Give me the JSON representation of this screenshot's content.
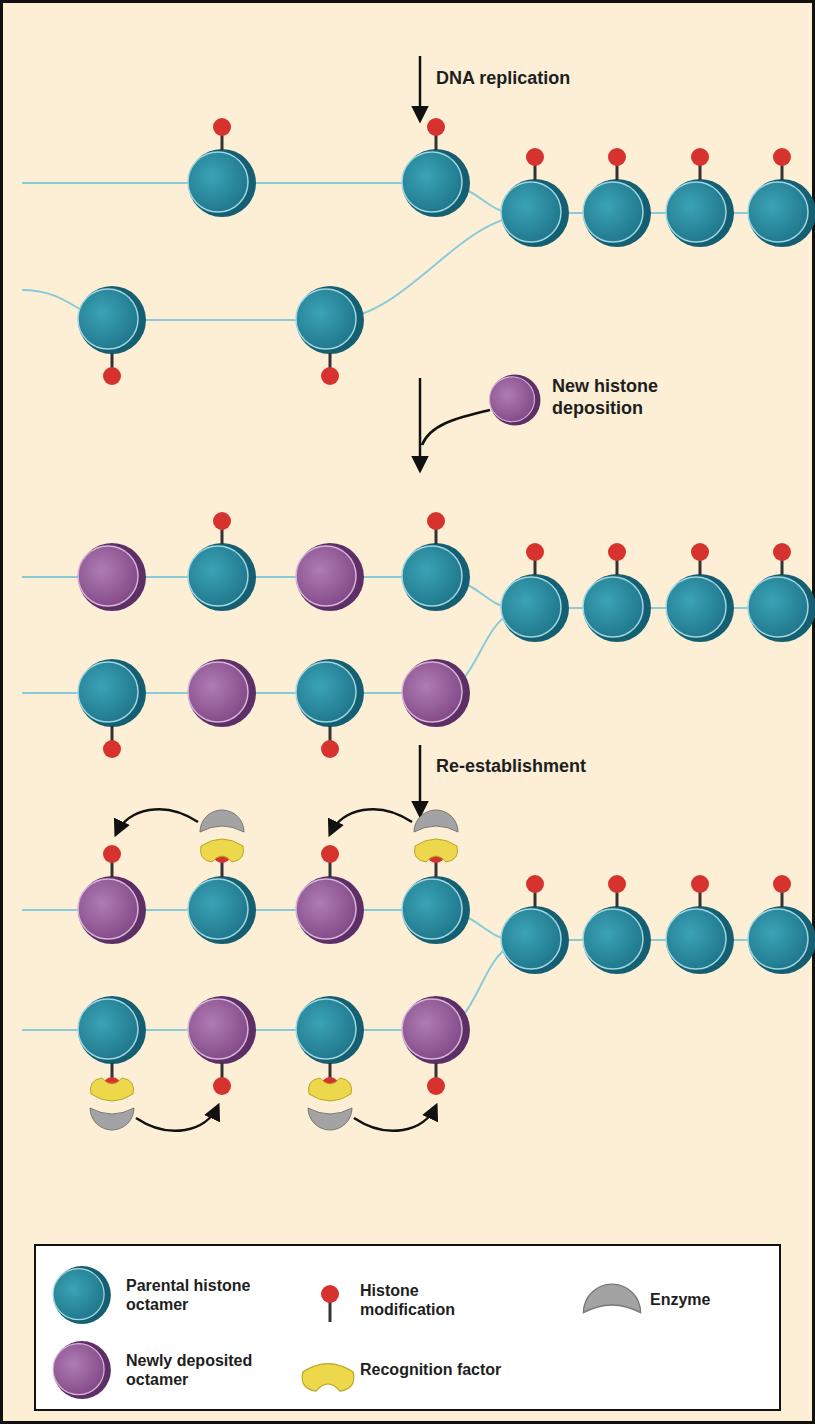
{
  "diagram": {
    "labels": [
      "DNA replication",
      "New histone deposition",
      "Re-establishment"
    ],
    "legend": [
      {
        "text": "Parental histone octamer"
      },
      {
        "text": "Histone modification"
      },
      {
        "text": "Enzyme"
      },
      {
        "text": "Newly deposited octamer"
      },
      {
        "text": "Recognition factor"
      }
    ]
  }
}
